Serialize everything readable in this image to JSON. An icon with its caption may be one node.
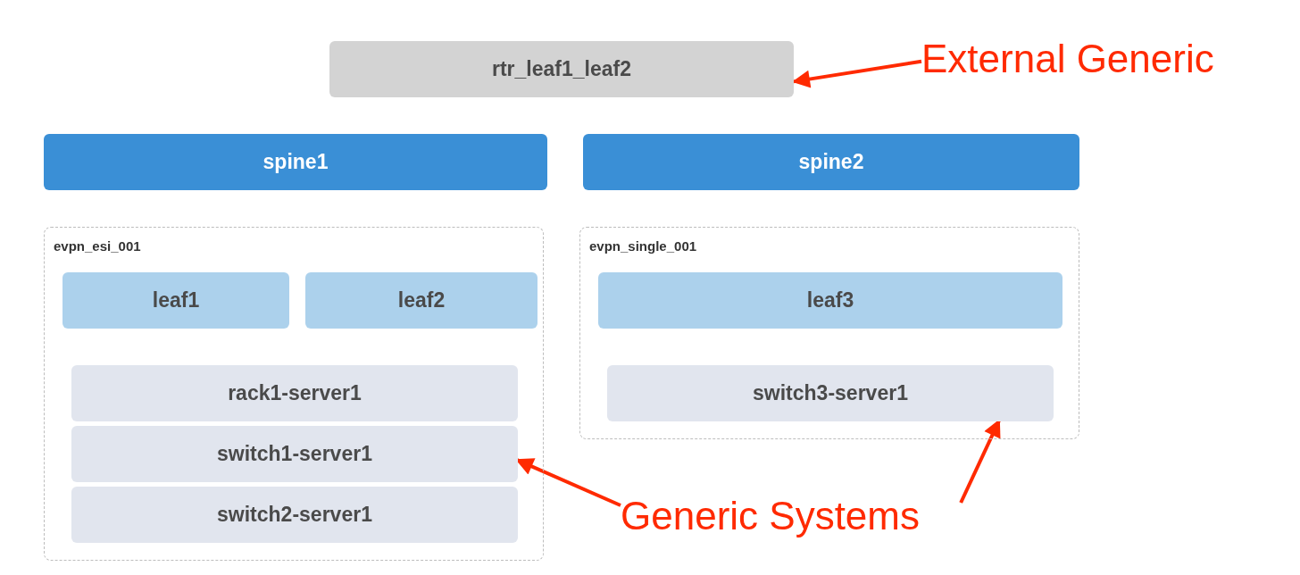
{
  "diagram": {
    "nodes": [
      {
        "text": [
          "rtr_leaf1_leaf2"
        ]
      },
      {
        "text": [
          "External Generic"
        ]
      },
      {
        "text": [
          "spine1"
        ]
      },
      {
        "text": [
          "spine2"
        ]
      },
      {
        "text": [
          "evpn_esi_001"
        ]
      },
      {
        "text": [
          "leaf1"
        ],
        "in": 4
      },
      {
        "text": [
          "leaf2"
        ],
        "in": 4
      },
      {
        "text": [
          "rack1-server1"
        ],
        "in": 4
      },
      {
        "text": [
          "switch1-server1"
        ],
        "in": 4
      },
      {
        "text": [
          "switch2-server1"
        ],
        "in": 4
      },
      {
        "text": [
          "evpn_single_001"
        ]
      },
      {
        "text": [
          "leaf3"
        ],
        "in": 10
      },
      {
        "text": [
          "switch3-server1"
        ],
        "in": 10
      },
      {
        "text": [
          "Generic Systems"
        ]
      }
    ],
    "edges": [
      {
        "from": 1,
        "to": 0,
        "arrow": "to",
        "color": "#ff2a00"
      },
      {
        "from": 13,
        "to": 8,
        "arrow": "to",
        "color": "#ff2a00"
      },
      {
        "from": 13,
        "to": 12,
        "arrow": "to",
        "color": "#ff2a00"
      }
    ]
  }
}
